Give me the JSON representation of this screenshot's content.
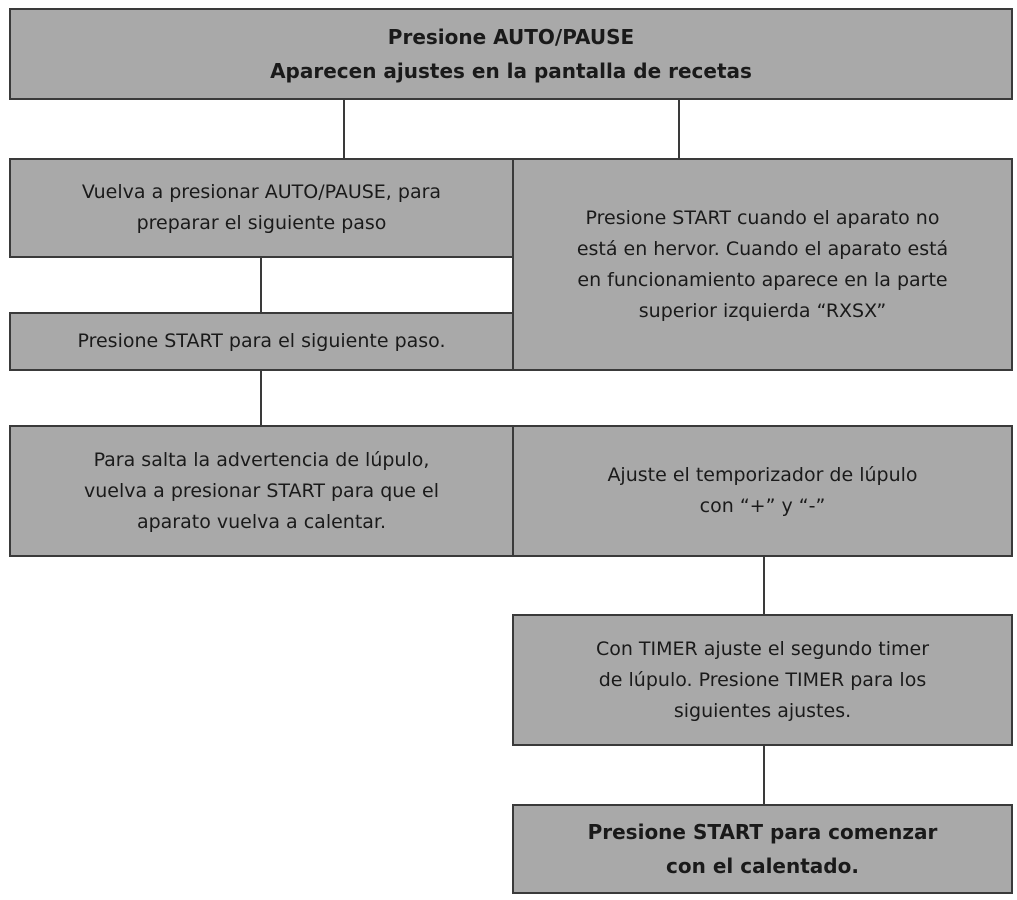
{
  "diagram": {
    "nodes": {
      "start": {
        "line1": "Presione AUTO/PAUSE",
        "line2": "Aparecen ajustes en la pantalla de recetas"
      },
      "press_again": {
        "line1": "Vuelva a presionar AUTO/PAUSE, para",
        "line2": "preparar el siguiente paso"
      },
      "press_start_not_boiling": {
        "line1": "Presione START cuando el aparato no",
        "line2": "está en hervor. Cuando el aparato está",
        "line3": "en funcionamiento aparece en la parte",
        "line4": "superior izquierda “RXSX”"
      },
      "next_step": {
        "line1": "Presione START para el siguiente paso."
      },
      "skip_hop_warning": {
        "line1": "Para salta la advertencia de lúpulo,",
        "line2": "vuelva a presionar START para que el",
        "line3": "aparato vuelva a calentar."
      },
      "adjust_hop_timer": {
        "line1": "Ajuste el temporizador de lúpulo",
        "line2": "con “+” y “-”"
      },
      "second_timer": {
        "line1": "Con TIMER ajuste el segundo timer",
        "line2": "de lúpulo. Presione TIMER para los",
        "line3": "siguientes ajustes."
      },
      "start_heating": {
        "line1": "Presione START para comenzar",
        "line2": "con el calentado."
      }
    },
    "colors": {
      "box_fill": "#a9a9a9",
      "border": "#3a3a3a",
      "text": "#1a1a1a"
    }
  }
}
